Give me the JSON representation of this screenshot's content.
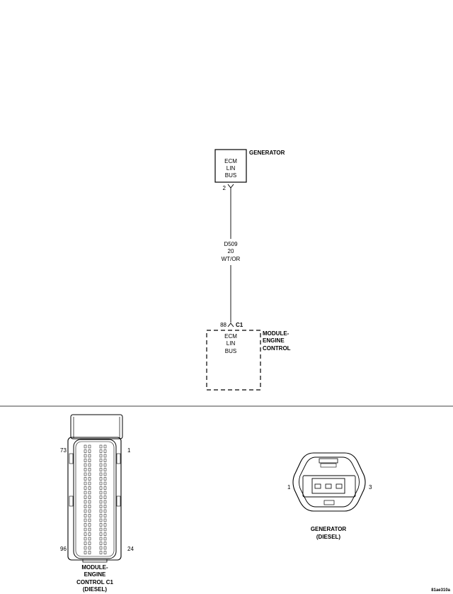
{
  "generator": {
    "title": "GENERATOR",
    "box_lines": [
      "ECM",
      "LIN",
      "BUS"
    ],
    "pin": "2"
  },
  "wire": {
    "circuit": "D509",
    "gauge": "20",
    "color": "WT/OR"
  },
  "module": {
    "connector": "C1",
    "pin": "88",
    "title_lines": [
      "MODULE-",
      "ENGINE",
      "CONTROL"
    ],
    "box_lines": [
      "ECM",
      "LIN",
      "BUS"
    ]
  },
  "connector_c1_view": {
    "pin_top_left": "73",
    "pin_top_right": "1",
    "pin_bottom_left": "96",
    "pin_bottom_right": "24",
    "caption_lines": [
      "MODULE-",
      "ENGINE",
      "CONTROL C1",
      "(DIESEL)"
    ]
  },
  "generator_connector_view": {
    "pin_left": "1",
    "pin_right": "3",
    "caption_lines": [
      "GENERATOR",
      "(DIESEL)"
    ]
  },
  "figure_id": "81ae310a"
}
